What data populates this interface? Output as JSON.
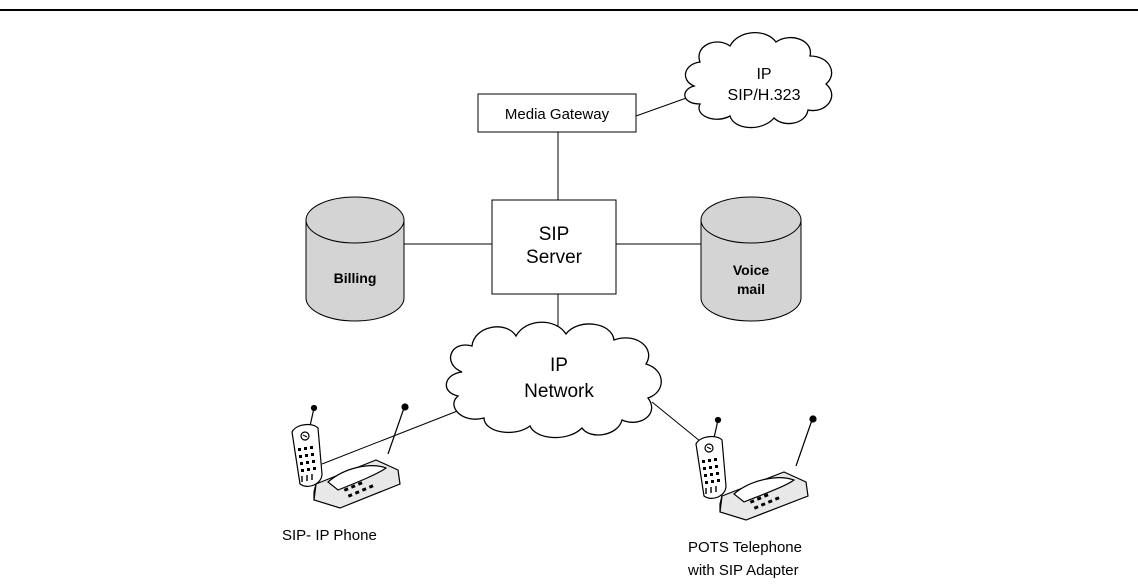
{
  "media_gateway": {
    "label": "Media Gateway"
  },
  "ip_cloud_top": {
    "line1": "IP",
    "line2": "SIP/H.323"
  },
  "sip_server": {
    "line1": "SIP",
    "line2": "Server"
  },
  "billing_db": {
    "label": "Billing"
  },
  "voicemail_db": {
    "line1": "Voice",
    "line2": "mail"
  },
  "ip_network_cloud": {
    "line1": "IP",
    "line2": "Network"
  },
  "sip_ip_phone": {
    "label": "SIP- IP Phone"
  },
  "pots_phone": {
    "line1": "POTS Telephone",
    "line2": "with SIP Adapter"
  },
  "colors": {
    "line": "#000000",
    "cylinder_fill": "#d4d4d4",
    "background": "#ffffff"
  }
}
